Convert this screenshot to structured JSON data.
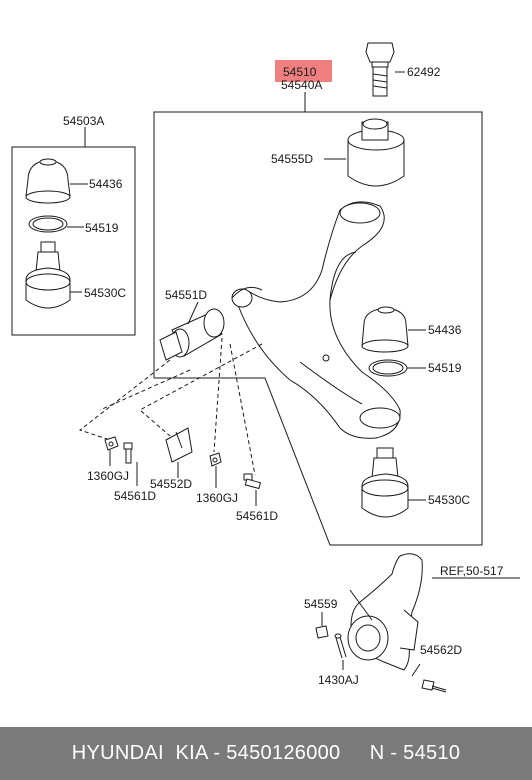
{
  "colors": {
    "highlight": "#f08080",
    "line": "#1a1a1a",
    "footer_bg": "#7a7a7a",
    "footer_text": "#ffffff"
  },
  "labels": {
    "part_54510": "54510",
    "part_54540A": "54540A",
    "part_62492": "62492",
    "part_54503A": "54503A",
    "part_54436_left": "54436",
    "part_54519_left": "54519",
    "part_54530C_left": "54530C",
    "part_54555D": "54555D",
    "part_54551D": "54551D",
    "part_54436_right": "54436",
    "part_54519_right": "54519",
    "part_54530C_right": "54530C",
    "part_1360GJ_a": "1360GJ",
    "part_54561D_a": "54561D",
    "part_54552D": "54552D",
    "part_1360GJ_b": "1360GJ",
    "part_54561D_b": "54561D",
    "ref": "REF,50-517",
    "part_54559": "54559",
    "part_54562D": "54562D",
    "part_1430AJ": "1430AJ"
  },
  "footer": {
    "text": "HYUNDAI  KIA - 5450126000     N - 54510"
  }
}
